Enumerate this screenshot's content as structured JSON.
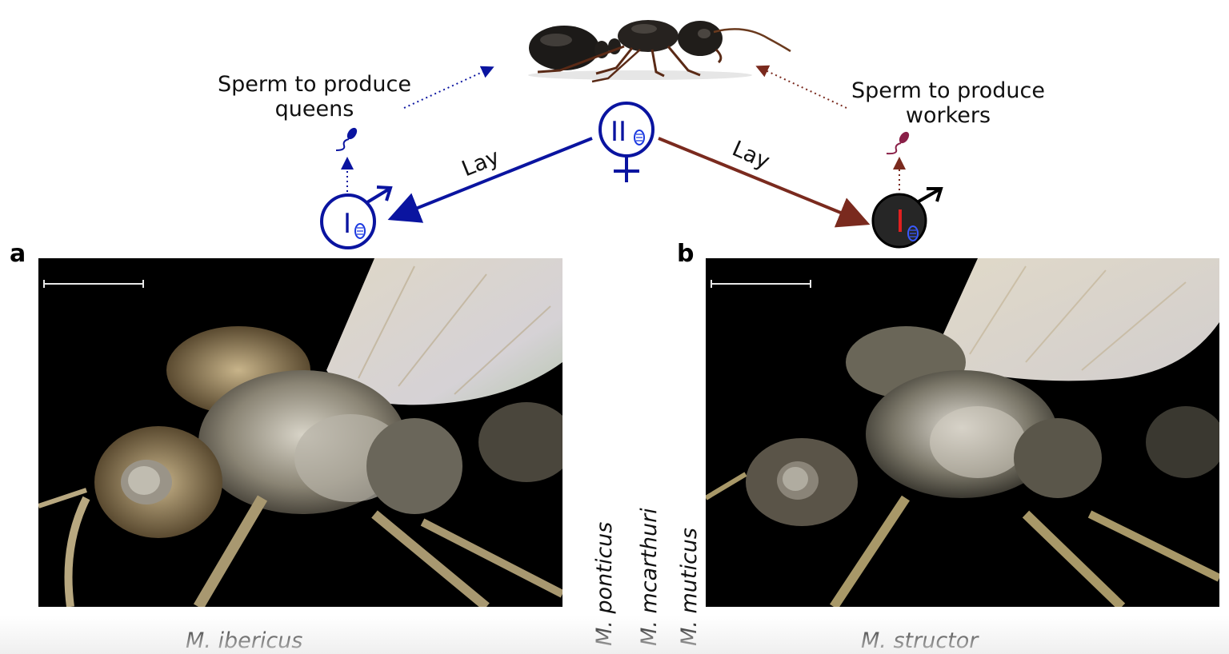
{
  "labels": {
    "sperm_queens_line1": "Sperm to produce",
    "sperm_queens_line2": "queens",
    "sperm_workers_line1": "Sperm to produce",
    "sperm_workers_line2": "workers",
    "lay_left": "Lay",
    "lay_right": "Lay"
  },
  "symbols": {
    "queen_chromosomes": "II",
    "male_left_chromosome": "I",
    "male_right_chromosome": "I"
  },
  "panels": {
    "a": {
      "letter": "a",
      "species": "M. ibericus"
    },
    "b": {
      "letter": "b",
      "species": "M. structor"
    }
  },
  "vertical_species": [
    "M. ponticus",
    "M. mcarthuri",
    "M. muticus"
  ],
  "colors": {
    "blue": "#0a14a0",
    "brown": "#7a2a1e",
    "sperm_purple": "#8a2048",
    "red_chromosome": "#e02020",
    "black": "#111111"
  },
  "icons": {
    "worker_ant": "ant-photo",
    "queen_symbol": "female-symbol",
    "male_symbol": "male-symbol",
    "sperm": "sperm-icon"
  }
}
